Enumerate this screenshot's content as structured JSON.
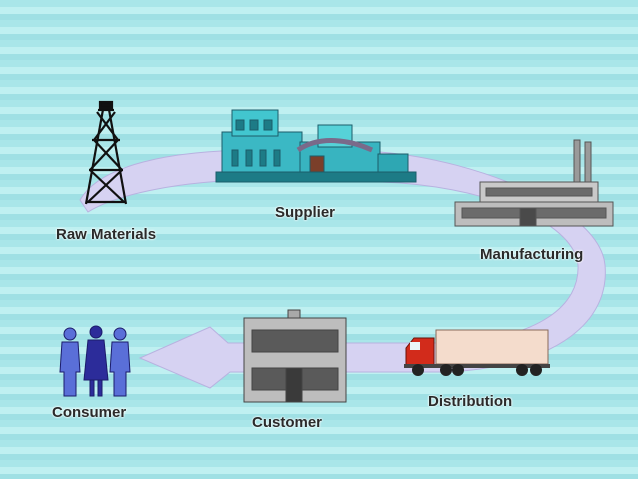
{
  "nodes": {
    "raw_materials": "Raw Materials",
    "supplier": "Supplier",
    "manufacturing": "Manufacturing",
    "distribution": "Distribution",
    "customer": "Customer",
    "consumer": "Consumer"
  },
  "colors": {
    "background": "#aee7ea",
    "flow_arrow": "#d6d2f2",
    "label_text": "#2a2a2a"
  },
  "icons": [
    "oil-derrick-icon",
    "power-plant-icon",
    "factory-icon",
    "truck-icon",
    "store-building-icon",
    "people-icon"
  ]
}
